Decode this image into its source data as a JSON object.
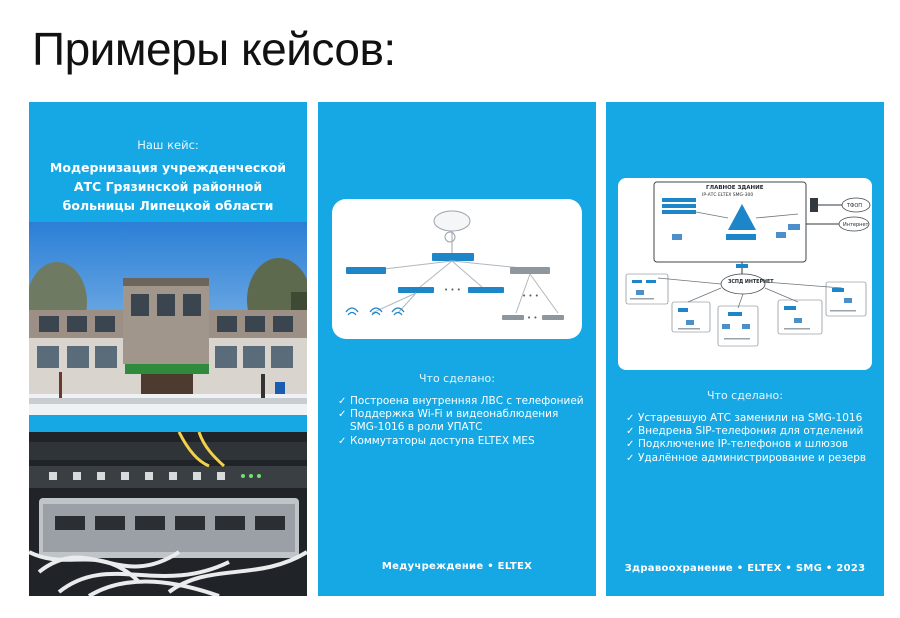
{
  "title": "Примеры кейсов:",
  "panel1": {
    "subtitle": "Наш кейс:",
    "heading": "Модернизация учрежденческой АТС Грязинской районной больницы Липецкой области"
  },
  "panel2": {
    "done_title": "Что сделано:",
    "items": [
      "Построена внутренняя ЛВС с телефонией",
      "Поддержка Wi-Fi и видеонаблюдения SMG-1016 в роли УПАТС",
      "Коммутаторы доступа ELTEX MES"
    ],
    "footer": "Медучреждение • ELTEX"
  },
  "panel3": {
    "done_title": "Что сделано:",
    "items": [
      "Устаревшую АТС заменили на SMG-1016",
      "Внедрена SIP-телефония для отделений",
      "Подключение IP-телефонов и шлюзов",
      "Удалённое администрирование и резерв"
    ],
    "footer": "Здравоохранение • ELTEX • SMG • 2023",
    "diagram": {
      "title": "ГЛАВНОЕ ЗДАНИЕ",
      "pbx_label": "IP-АТС ELTEX SMG-300",
      "network_label": "ЗСПД ИНТЕРНЕТ",
      "pstn_label": "ТФОП",
      "internet_label": "Интернет"
    }
  },
  "colors": {
    "panel_bg": "#16a8e4",
    "diagram_blue": "#1c86c8"
  }
}
